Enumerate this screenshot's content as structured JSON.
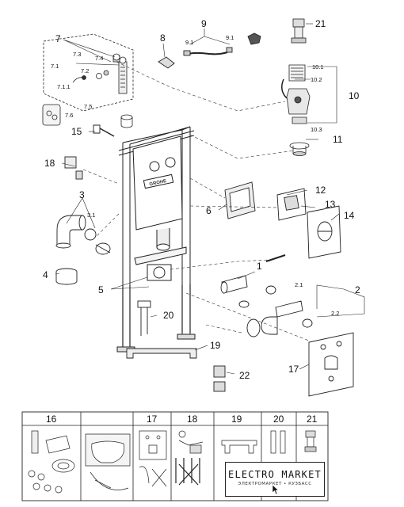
{
  "callouts": {
    "c7": "7",
    "c7_3": "7.3",
    "c7_4": "7.4",
    "c7_1": "7.1",
    "c7_2": "7.2",
    "c7_1_1": "7.1.1",
    "c7_5": "7.5",
    "c7_6": "7.6",
    "c8": "8",
    "c9": "9",
    "c9_1a": "9.1",
    "c9_1b": "9.1",
    "c21": "21",
    "c10_1": "10.1",
    "c10_2": "10.2",
    "c10": "10",
    "c10_3": "10.3",
    "c11": "11",
    "c15": "15",
    "c18": "18",
    "c3": "3",
    "c3_1": "3.1",
    "c6": "6",
    "c12": "12",
    "c13": "13",
    "c14": "14",
    "c4": "4",
    "c1": "1",
    "c5": "5",
    "c2": "2",
    "c2_1": "2.1",
    "c2_2": "2.2",
    "c20": "20",
    "c19": "19",
    "c17": "17",
    "c22": "22"
  },
  "table": {
    "headers": [
      "16",
      "",
      "17",
      "18",
      "19",
      "20",
      "21"
    ]
  },
  "logo": {
    "title": "ELECTRO MARKET",
    "subtitle": "ЭЛЕКТРОМАРКЕТ • КУЗБАСС"
  }
}
